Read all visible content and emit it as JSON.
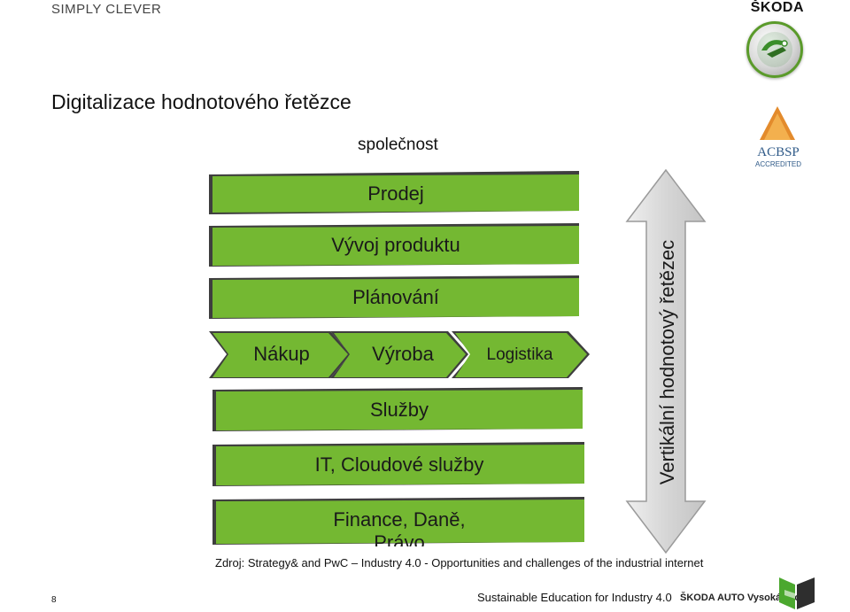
{
  "header": {
    "brand_left": "SIMPLY CLEVER",
    "brand_right": "ŠKODA",
    "accreditation_top": "ACBSP",
    "accreditation_bottom": "ACCREDITED"
  },
  "slide": {
    "title": "Digitalizace hodnotového řetězce",
    "company_label": "společnost",
    "bands": [
      "Prodej",
      "Vývoj produktu",
      "Plánování",
      "Služby",
      "IT, Cloudové služby",
      "Finance, Daně, Právo"
    ],
    "chevrons": [
      "Nákup",
      "Výroba",
      "Logistika"
    ],
    "vertical_arrow_label": "Vertikální hodnotový řetězec",
    "source": "Zdroj: Strategy& and PwC – Industry 4.0 - Opportunities and challenges of the industrial internet"
  },
  "footer": {
    "page_number": "8",
    "tagline": "Sustainable Education for Industry 4.0",
    "school": "ŠKODA AUTO Vysoká škola"
  },
  "colors": {
    "band_green": "#74b832",
    "band_shadow": "#3e3e3e",
    "arrow_gray": "#d9d9d9",
    "skoda_green": "#4ba82e"
  }
}
